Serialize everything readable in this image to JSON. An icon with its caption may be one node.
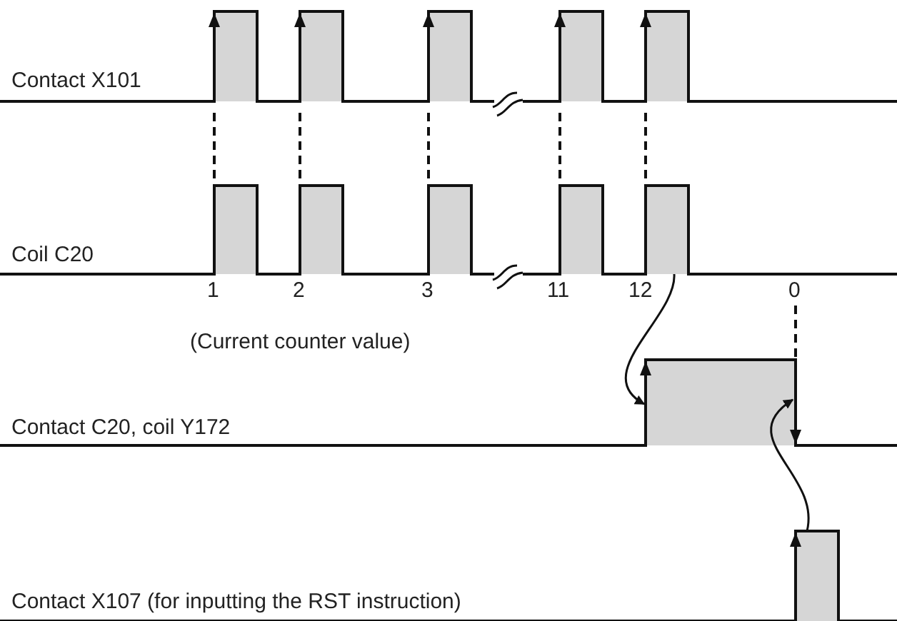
{
  "diagram": {
    "nodes": [
      {
        "text": [],
        "shape": "bar"
      },
      {
        "text": [],
        "shape": "bar"
      },
      {
        "text": [],
        "shape": "bar"
      },
      {
        "text": [],
        "shape": "bar"
      },
      {
        "text": [],
        "shape": "bar"
      },
      {
        "text": [],
        "shape": "bar"
      },
      {
        "text": [],
        "shape": "bar"
      },
      {
        "text": [],
        "shape": "bar"
      },
      {
        "text": [],
        "shape": "bar"
      },
      {
        "text": [],
        "shape": "bar"
      },
      {
        "text": [],
        "shape": "bar"
      },
      {
        "text": [],
        "shape": "bar"
      }
    ],
    "edges": [
      {
        "from": 9,
        "to": 10,
        "arrow": "to"
      },
      {
        "from": 11,
        "to": 10,
        "arrow": "to"
      }
    ],
    "labels": [
      "Contact X101",
      "Coil C20",
      "1",
      "2",
      "3",
      "11",
      "12",
      "0",
      "(Current counter value)",
      "Contact C20, coil Y172",
      "Contact X107 (for inputting the RST instruction)"
    ]
  }
}
